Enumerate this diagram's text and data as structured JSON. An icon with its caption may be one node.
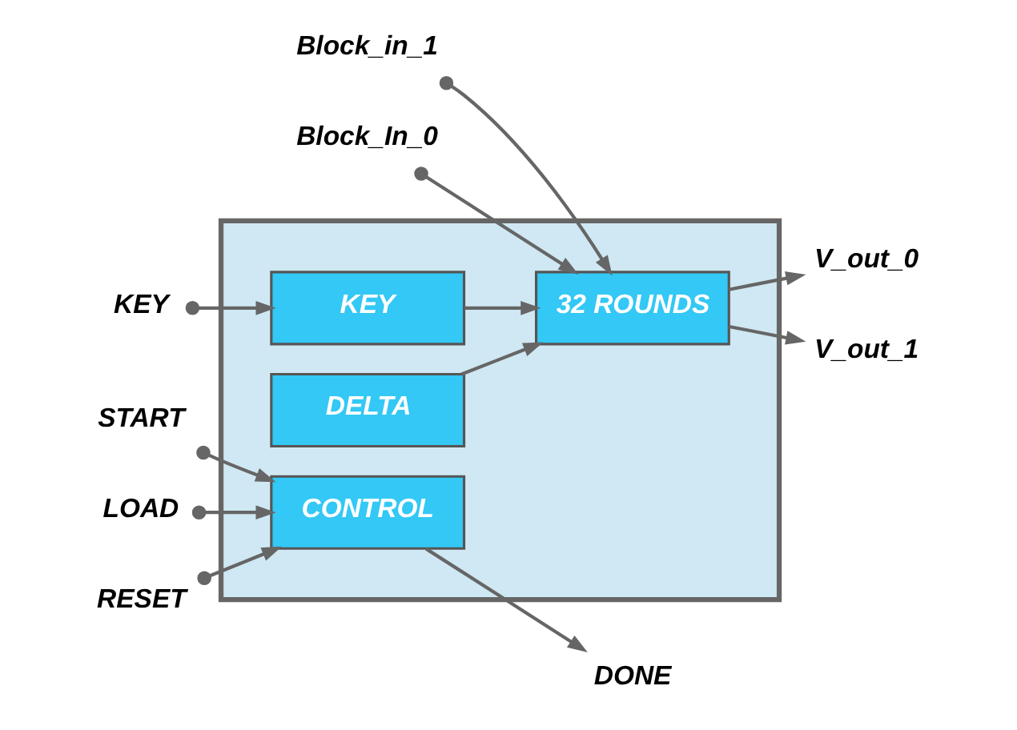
{
  "diagram": {
    "nodes": [
      {
        "text": [],
        "shape": "box"
      },
      {
        "text": [
          "START"
        ]
      },
      {
        "text": [
          "LOAD"
        ]
      },
      {
        "text": [
          "RESET"
        ]
      },
      {
        "text": [
          "CONTROL"
        ],
        "in": 0
      },
      {
        "text": [
          "DONE"
        ]
      },
      {
        "text": [
          "KEY"
        ]
      },
      {
        "text": [
          "KEY"
        ],
        "in": 0
      },
      {
        "text": [
          "DELTA"
        ],
        "in": 0
      },
      {
        "text": [
          "Block_In_0"
        ]
      },
      {
        "text": [
          "Block_in_1"
        ]
      },
      {
        "text": [
          "32 ROUNDS"
        ],
        "in": 0
      },
      {
        "text": [
          "V_out_0"
        ]
      },
      {
        "text": [
          "V_out_1"
        ]
      }
    ],
    "edges": [
      {
        "from": 1,
        "to": 4,
        "arrow": "to"
      },
      {
        "from": 2,
        "to": 4,
        "arrow": "to"
      },
      {
        "from": 3,
        "to": 4,
        "arrow": "to"
      },
      {
        "from": 4,
        "to": 5,
        "arrow": "to"
      },
      {
        "from": 6,
        "to": 7,
        "arrow": "to"
      },
      {
        "from": 7,
        "to": 11,
        "arrow": "to"
      },
      {
        "from": 8,
        "to": 11,
        "arrow": "to"
      },
      {
        "from": 9,
        "to": 11,
        "arrow": "to"
      },
      {
        "from": 10,
        "to": 11,
        "arrow": "to"
      },
      {
        "from": 11,
        "to": 12,
        "arrow": "to"
      },
      {
        "from": 11,
        "to": 13,
        "arrow": "to"
      }
    ]
  }
}
